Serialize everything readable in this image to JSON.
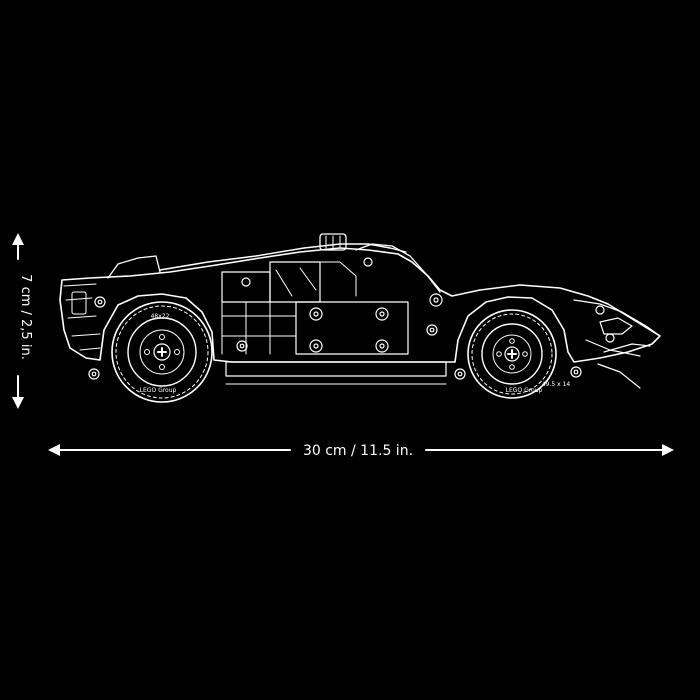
{
  "dimensions": {
    "width_label": "30 cm / 11.5 in.",
    "height_label": "7 cm / 2,5 in."
  },
  "tire_text": {
    "rear_size": "48x22",
    "front_size": "49.5 x 14",
    "brand": "LEGO Group"
  },
  "colors": {
    "background": "#000000",
    "line": "#ffffff"
  }
}
